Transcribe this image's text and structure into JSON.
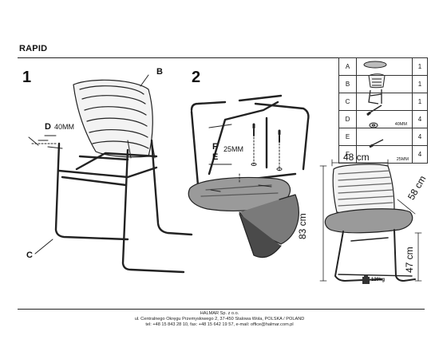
{
  "title": "RAPID",
  "steps": [
    {
      "number": "1",
      "labels": {
        "d": "D",
        "d_size": "40MM",
        "b": "B",
        "c": "C"
      }
    },
    {
      "number": "2",
      "labels": {
        "f": "F",
        "e": "E",
        "f_size": "25MM"
      }
    }
  ],
  "parts": [
    {
      "letter": "A",
      "icon": "seat-plate-icon",
      "size": "",
      "qty": "1"
    },
    {
      "letter": "B",
      "icon": "backrest-icon",
      "size": "",
      "qty": "1"
    },
    {
      "letter": "C",
      "icon": "frame-icon",
      "size": "",
      "qty": "1"
    },
    {
      "letter": "D",
      "icon": "bolt-icon",
      "size": "40MM",
      "qty": "4"
    },
    {
      "letter": "E",
      "icon": "washer-icon",
      "size": "",
      "qty": "4"
    },
    {
      "letter": "F",
      "icon": "screw-icon",
      "size": "25MM",
      "qty": "4"
    }
  ],
  "dimensions": {
    "width": "48 cm",
    "depth": "58 cm",
    "height": "83 cm",
    "seat_height": "47 cm",
    "max_load": "120",
    "max_load_unit": "kg"
  },
  "footer": {
    "company": "HALMAR Sp. z o.o.",
    "address": "ul. Centralnego Okręgu Przemysłowego 2, 37-450 Stalowa Wola, POLSKA / POLAND",
    "contact": "tel: +48 15 843 28 10, fax: +48 15 642 19 57, e-mail: office@halmar.com.pl"
  },
  "colors": {
    "line": "#222222",
    "seat_fill": "#9a9a9a",
    "dark_fill": "#3a3a3a"
  }
}
